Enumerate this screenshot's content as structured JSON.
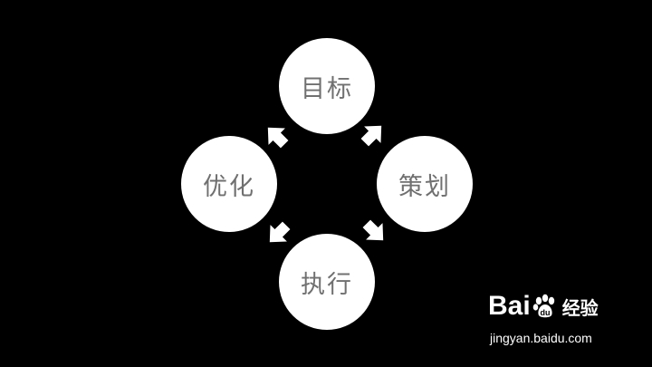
{
  "diagram": {
    "nodes": [
      {
        "id": "top",
        "label": "目标"
      },
      {
        "id": "right",
        "label": "策划"
      },
      {
        "id": "bottom",
        "label": "执行"
      },
      {
        "id": "left",
        "label": "优化"
      }
    ],
    "flow": [
      "top",
      "right",
      "bottom",
      "left",
      "top"
    ],
    "colors": {
      "background": "#000000",
      "node_fill": "#ffffff",
      "node_text": "#707070",
      "arrow": "#ffffff"
    }
  },
  "watermark": {
    "brand_prefix": "Bai",
    "brand_suffix": "经验",
    "url": "jingyan.baidu.com",
    "icon": "paw-icon"
  }
}
